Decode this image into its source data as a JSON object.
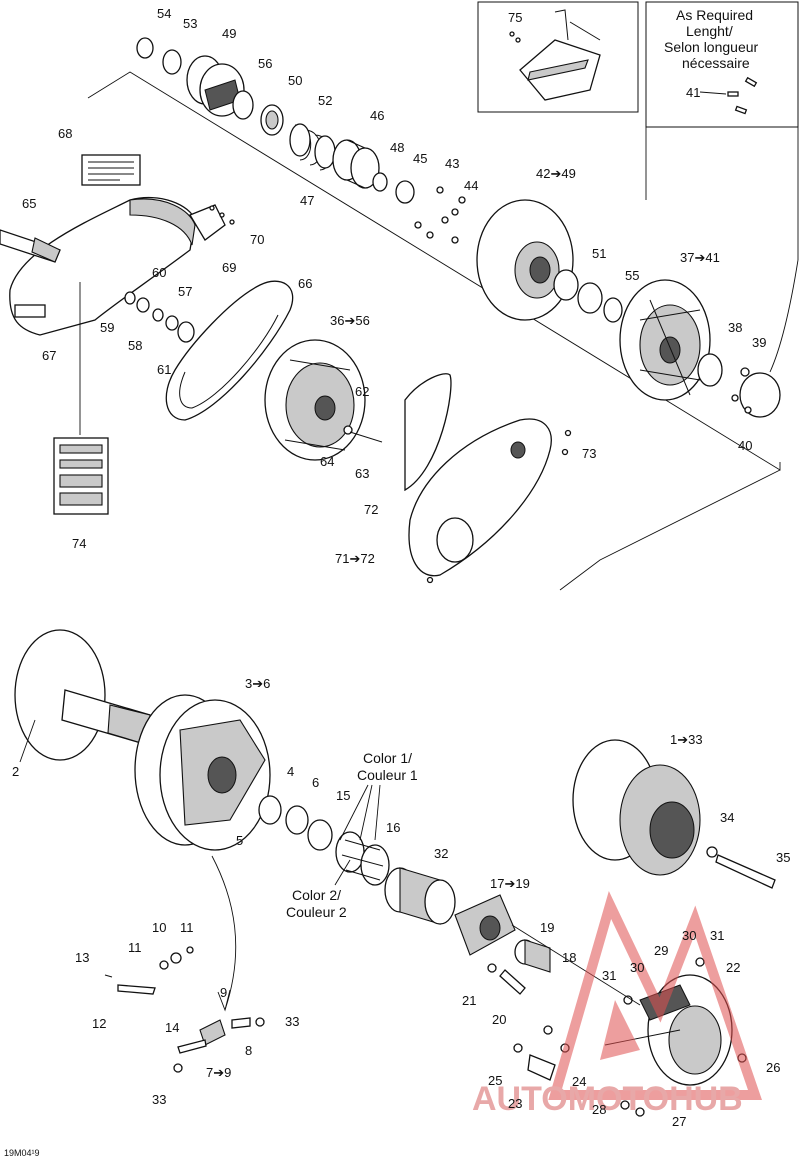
{
  "reference_code": "19M04¹9",
  "note_box": {
    "line1": "As Required",
    "line2": "Lenght/",
    "line3": "Selon longueur",
    "line4": "nécessaire",
    "part": "41"
  },
  "color_labels": {
    "color1_en": "Color 1/",
    "color1_fr": "Couleur 1",
    "color2_en": "Color 2/",
    "color2_fr": "Couleur 2"
  },
  "watermark": "AUTOMOTOHUB",
  "labels": {
    "p54": "54",
    "p53": "53",
    "p49": "49",
    "p56": "56",
    "p50": "50",
    "p52": "52",
    "p46": "46",
    "p48": "48",
    "p45": "45",
    "p43": "43",
    "p44": "44",
    "p47": "47",
    "p42_49": "42➔49",
    "p75": "75",
    "p68": "68",
    "p65": "65",
    "p70": "70",
    "p69": "69",
    "p66": "66",
    "p60": "60",
    "p57": "57",
    "p59": "59",
    "p58": "58",
    "p61": "61",
    "p67": "67",
    "p36_56": "36➔56",
    "p51": "51",
    "p55": "55",
    "p37_41": "37➔41",
    "p38": "38",
    "p39": "39",
    "p40": "40",
    "p62": "62",
    "p64": "64",
    "p63": "63",
    "p73": "73",
    "p72": "72",
    "p71_72": "71➔72",
    "p74": "74",
    "p2": "2",
    "p3_6": "3➔6",
    "p4": "4",
    "p6": "6",
    "p5": "5",
    "p15": "15",
    "p16": "16",
    "p32": "32",
    "p1_33": "1➔33",
    "p34": "34",
    "p35": "35",
    "p17_19": "17➔19",
    "p19": "19",
    "p18": "18",
    "p21": "21",
    "p20": "20",
    "p10": "10",
    "p11a": "11",
    "p11b": "11",
    "p13": "13",
    "p12": "12",
    "p9": "9",
    "p33a": "33",
    "p14": "14",
    "p8": "8",
    "p7_9": "7➔9",
    "p33b": "33",
    "p29": "29",
    "p30a": "30",
    "p31a": "31",
    "p22": "22",
    "p31b": "31",
    "p30b": "30",
    "p26": "26",
    "p25": "25",
    "p24": "24",
    "p23": "23",
    "p28": "28",
    "p27": "27"
  }
}
